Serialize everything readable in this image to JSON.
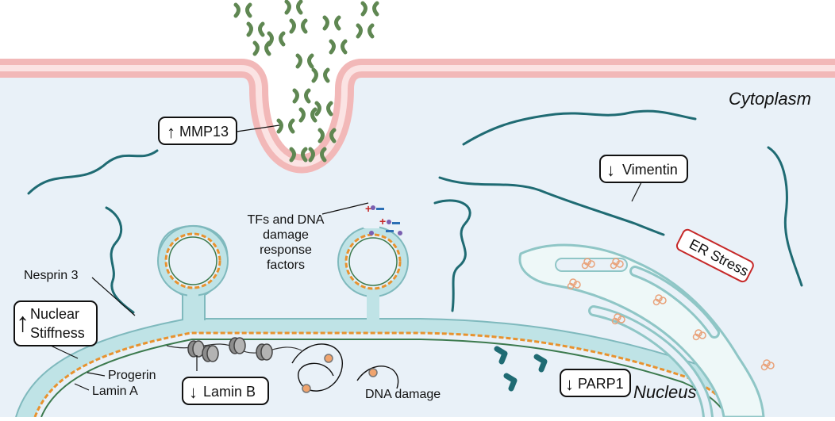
{
  "regions": {
    "cytoplasm": "Cytoplasm",
    "nucleus": "Nucleus"
  },
  "labels": {
    "mmp13": "MMP13",
    "vimentin": "Vimentin",
    "er_stress": "ER Stress",
    "tfs_line1": "TFs and DNA",
    "tfs_line2": "damage",
    "tfs_line3": "response",
    "tfs_line4": "factors",
    "nesprin3": "Nesprin 3",
    "nuclear_stiffness_line1": "Nuclear",
    "nuclear_stiffness_line2": "Stiffness",
    "progerin": "Progerin",
    "lamin_a": "Lamin A",
    "lamin_b": "Lamin B",
    "dna_damage": "DNA damage",
    "parp1": "PARP1"
  },
  "indicators": {
    "mmp13": "up",
    "vimentin": "down",
    "nuclear_stiffness": "up",
    "lamin_b": "down",
    "parp1": "down"
  },
  "colors": {
    "membrane_outer": "#f2b8b8",
    "membrane_inner": "#fbe3e3",
    "cytoplasm": "#e9f1f8",
    "nucleus_envelope": "#bfe3e6",
    "lamina_orange": "#e8922e",
    "lamina_green": "#3c7a4e",
    "filament": "#1f6b73",
    "mmp13_protein": "#7a9e6a",
    "er_stress_border": "#c62828",
    "er_fill": "#eef8f8",
    "er_edge": "#8fc6c6"
  }
}
